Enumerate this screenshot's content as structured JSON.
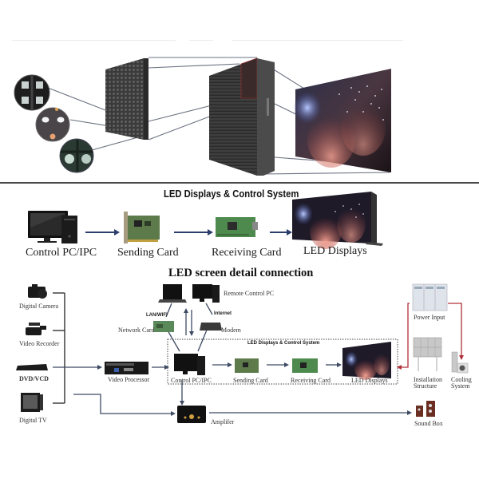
{
  "top_illustration": {
    "description_icons": [
      "led-closeup-circle-1",
      "led-closeup-circle-2",
      "led-closeup-circle-3",
      "led-module",
      "led-cabinet",
      "led-screen-fireworks"
    ]
  },
  "control_system": {
    "title": "LED Displays & Control System",
    "steps": [
      {
        "label": "Control PC/IPC",
        "icon": "desktop-pc-icon"
      },
      {
        "label": "Sending Card",
        "icon": "sending-card-icon"
      },
      {
        "label": "Receiving Card",
        "icon": "receiving-card-icon"
      },
      {
        "label": "LED Displays",
        "icon": "led-display-icon"
      }
    ],
    "arrow_color": "#2c3e6b"
  },
  "detail_connection": {
    "title": "LED screen detail connection",
    "sources": [
      {
        "label": "Digital Camera",
        "icon": "camera-icon"
      },
      {
        "label": "Video Recorder",
        "icon": "camcorder-icon"
      },
      {
        "label": "DVD/VCD",
        "icon": "dvd-player-icon"
      },
      {
        "label": "Digital TV",
        "icon": "tv-icon"
      }
    ],
    "video_processor": "Video Processor",
    "network": {
      "lan_wifi": "LAN/WIFI",
      "internet": "Internet",
      "network_card": "Network Card",
      "modem": "Modem",
      "remote_pc": "Remote Control PC"
    },
    "inner_box": {
      "title": "LED Displays & Control System",
      "steps": [
        "Control PC/IPC",
        "Sending Card",
        "Receiving Card",
        "LED Displays"
      ]
    },
    "amplifier": "Amplifer",
    "sound_box": "Sound Box",
    "power_input": "Power Input",
    "installation_structure": [
      "Installation",
      "Structure"
    ],
    "cooling_system": [
      "Cooling",
      "System"
    ],
    "power_line_color": "#b0303a",
    "line_color": "#3d4a63"
  }
}
